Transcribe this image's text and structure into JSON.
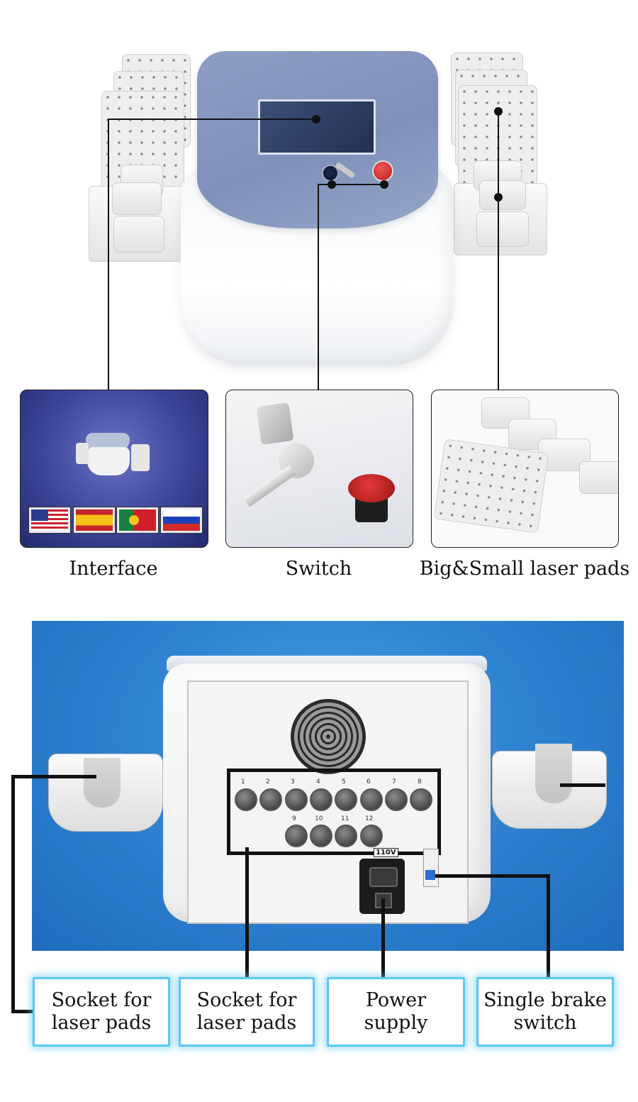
{
  "top_section": {
    "captions": {
      "interface": "Interface",
      "switch": "Switch",
      "pads": "Big&Small laser pads"
    },
    "interface_flags": [
      "us-flag",
      "spain-flag",
      "portugal-flag",
      "russia-flag"
    ]
  },
  "back_section": {
    "voltage_label": "110V",
    "socket_numbers_top": [
      "1",
      "2",
      "3",
      "4",
      "5",
      "6",
      "7",
      "8"
    ],
    "socket_numbers_bottom": [
      "9",
      "10",
      "11",
      "12"
    ],
    "labels": {
      "socket_left": "Socket for\nlaser pads",
      "socket_center": "Socket for\nlaser pads",
      "power": "Power\nsupply",
      "brake": "Single brake\nswitch"
    }
  },
  "colors": {
    "device_top": "#8e9ec4",
    "photo_background": "#2f84d2",
    "label_glow": "#5cc8f2",
    "power_button": "#d02a2a"
  }
}
